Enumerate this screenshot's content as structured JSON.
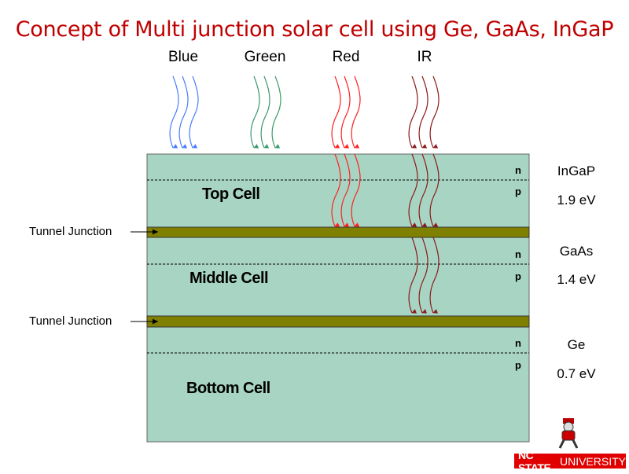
{
  "title": "Concept of Multi junction solar cell using Ge, GaAs, InGaP",
  "bands": [
    {
      "label": "Blue",
      "color": "#4a7cff"
    },
    {
      "label": "Green",
      "color": "#3a9a6a"
    },
    {
      "label": "Red",
      "color": "#ff2020"
    },
    {
      "label": "IR",
      "color": "#8b1a1a"
    }
  ],
  "cells": [
    {
      "label": "Top Cell",
      "material": "InGaP",
      "bandgap": "1.9 eV",
      "n": "n",
      "p": "p"
    },
    {
      "label": "Middle Cell",
      "material": "GaAs",
      "bandgap": "1.4 eV",
      "n": "n",
      "p": "p"
    },
    {
      "label": "Bottom Cell",
      "material": "Ge",
      "bandgap": "0.7 eV",
      "n": "n",
      "p": "p"
    }
  ],
  "tunnel_junction_label": "Tunnel Junction",
  "colors": {
    "cell": "#a8d5c3",
    "junction": "#808000"
  },
  "logo": {
    "bold": "NC STATE",
    "regular": "UNIVERSITY"
  }
}
